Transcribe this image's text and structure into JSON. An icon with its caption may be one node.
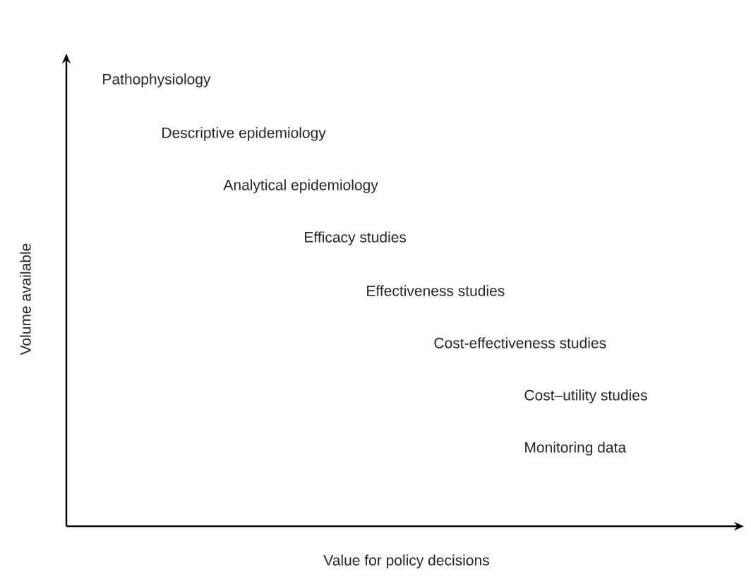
{
  "diagram": {
    "labels": [
      "Pathophysiology",
      "Descriptive epidemiology",
      "Analytical epidemiology",
      "Efficacy studies",
      "Effectiveness studies",
      "Cost-effectiveness studies",
      "Cost–utility studies",
      "Monitoring data",
      "Volume available",
      "Value for policy decisions"
    ]
  }
}
